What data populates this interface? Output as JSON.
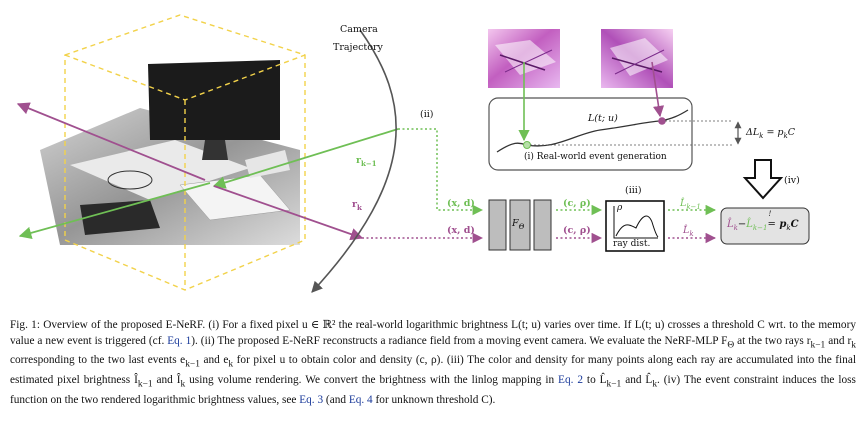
{
  "figure": {
    "camera_label": "Camera",
    "trajectory_label": "Trajectory",
    "step_ii": "(ii)",
    "step_iii": "(iii)",
    "step_iv": "(iv)",
    "r_k_minus_1": "r",
    "r_k_minus_1_sub": "k−1",
    "r_k": "r",
    "r_k_sub": "k",
    "xd_top": "(x, d)",
    "xd_bottom": "(x, d)",
    "f_theta": "F",
    "f_theta_sub": "Θ",
    "c_rho_top": "(c, ρ)",
    "c_rho_bottom": "(c, ρ)",
    "ray_dist_label": "ray dist.",
    "rho_label": "ρ",
    "l_hat_k_minus_1": "L̂",
    "l_hat_k_minus_1_sub": "k−1",
    "l_hat_k": "L̂",
    "l_hat_k_sub": "k",
    "ltu_label": "L(t; u)",
    "event_gen_label": "(i) Real-world event generation",
    "delta_l_label": "ΔL",
    "delta_l_sub": "k",
    "delta_l_rhs": " = p",
    "delta_l_rhs_sub": "k",
    "delta_l_rhs_end": "C",
    "constraint_lhs_a": "L̂",
    "constraint_lhs_a_sub": "k",
    "constraint_minus": "−",
    "constraint_lhs_b": "L̂",
    "constraint_lhs_b_sub": "k−1",
    "constraint_eq": "=",
    "constraint_bang": "!",
    "constraint_rhs": " p",
    "constraint_rhs_sub": "k",
    "constraint_rhs_end": "C",
    "colors": {
      "green": "#6fbf55",
      "purple": "#a0508f",
      "yellow": "#f2d24a"
    }
  },
  "caption": {
    "p1": "Fig. 1: Overview of the proposed E-NeRF. (i) For a fixed pixel u ∈ ℝ² the real-world logarithmic brightness L(t; u) varies over time. If L(t; u) crosses a threshold C wrt. to the memory value a new event is triggered (cf. ",
    "ref1": "Eq. 1",
    "p2": "). (ii) The proposed E-NeRF reconstructs a radiance field from a moving event camera. We evaluate the NeRF-MLP F",
    "p2_sub": "Θ",
    "p3": " at the two rays r",
    "p3_sub": "k−1",
    "p4": " and r",
    "p4_sub": "k",
    "p5": " corresponding to the two last events e",
    "p5_sub": "k−1",
    "p6": " and e",
    "p6_sub": "k",
    "p7": " for pixel u to obtain color and density (c, ρ). (iii) The color and density for many points along each ray are accumulated into the final estimated pixel brightness Î",
    "p7_sub": "k−1",
    "p8": " and Î",
    "p8_sub": "k",
    "p9": " using volume rendering. We convert the brightness with the linlog mapping in ",
    "ref2": "Eq. 2",
    "p10": " to L̂",
    "p10_sub": "k−1",
    "p11": " and L̂",
    "p11_sub": "k",
    "p12": ". (iv) The event constraint induces the loss function on the two rendered logarithmic brightness values, see ",
    "ref3": "Eq. 3",
    "p13": " (and ",
    "ref4": "Eq. 4",
    "p14": " for unknown threshold C)."
  }
}
